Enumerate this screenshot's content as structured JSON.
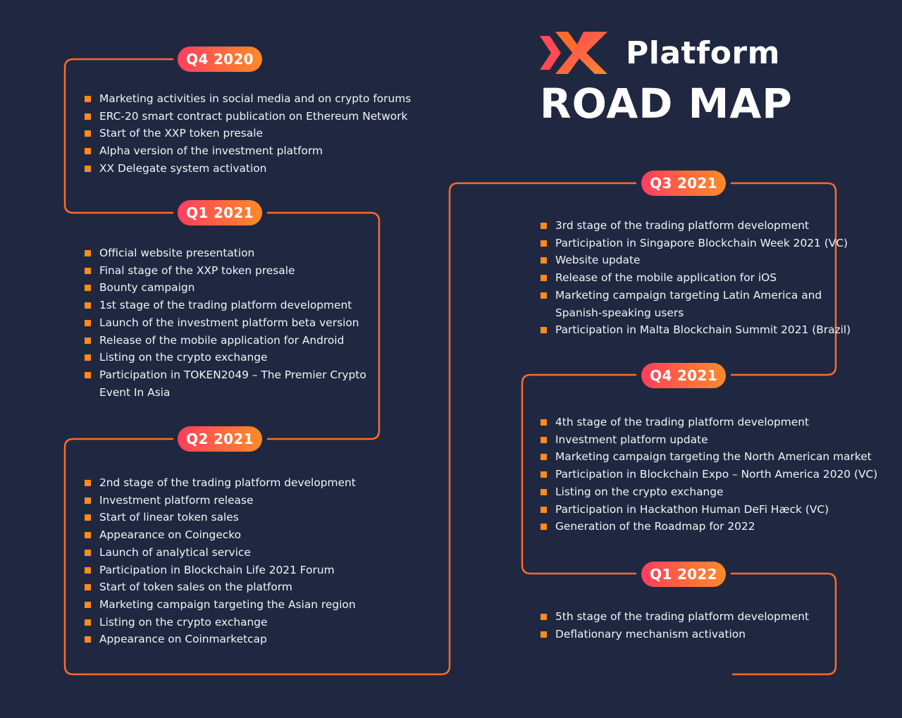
{
  "brand": {
    "name": "Platform",
    "heading": "ROAD MAP",
    "logo_icon": "xx-logo-icon",
    "colors": {
      "background": "#1f2840",
      "accent_start": "#ff3d5e",
      "accent_end": "#ff8a27",
      "bullet": "#ff8a1e"
    }
  },
  "phases": [
    {
      "label": "Q4 2020",
      "items": [
        "Marketing activities in social media and on crypto forums",
        "ERC-20 smart contract publication on Ethereum Network",
        "Start of the XXP token presale",
        "Alpha version of the investment platform",
        "XX Delegate system activation"
      ]
    },
    {
      "label": "Q1 2021",
      "items": [
        "Official website presentation",
        "Final stage of the XXP token presale",
        "Bounty campaign",
        "1st stage of the trading platform development",
        "Launch of the investment platform beta version",
        "Release of the mobile application for Android",
        "Listing on the crypto exchange",
        [
          "Participation in TOKEN2049 – The Premier Crypto",
          "Event In Asia"
        ]
      ]
    },
    {
      "label": "Q2 2021",
      "items": [
        "2nd stage of the trading platform development",
        "Investment platform release",
        "Start of linear token sales",
        "Appearance on Coingecko",
        "Launch of analytical service",
        "Participation in Blockchain Life 2021 Forum",
        "Start of token sales on the platform",
        "Marketing campaign targeting the Asian region",
        "Listing on the crypto exchange",
        "Appearance on Coinmarketcap"
      ]
    },
    {
      "label": "Q3 2021",
      "items": [
        "3rd stage of the trading platform development",
        "Participation in Singapore Blockchain Week 2021 (VC)",
        "Website update",
        "Release of the mobile application for iOS",
        [
          "Marketing campaign targeting Latin America and",
          "Spanish-speaking users"
        ],
        "Participation in Malta Blockchain Summit 2021 (Brazil)"
      ]
    },
    {
      "label": "Q4 2021",
      "items": [
        "4th stage of the trading platform development",
        "Investment platform update",
        "Marketing campaign targeting the North American market",
        "Participation in Blockchain Expo – North America 2020 (VC)",
        "Listing on the crypto exchange",
        "Participation in Hackathon Human DeFi Hæck (VC)",
        "Generation of the Roadmap for 2022"
      ]
    },
    {
      "label": "Q1 2022",
      "items": [
        "5th stage of the trading platform development",
        "Deflationary mechanism activation"
      ]
    }
  ]
}
